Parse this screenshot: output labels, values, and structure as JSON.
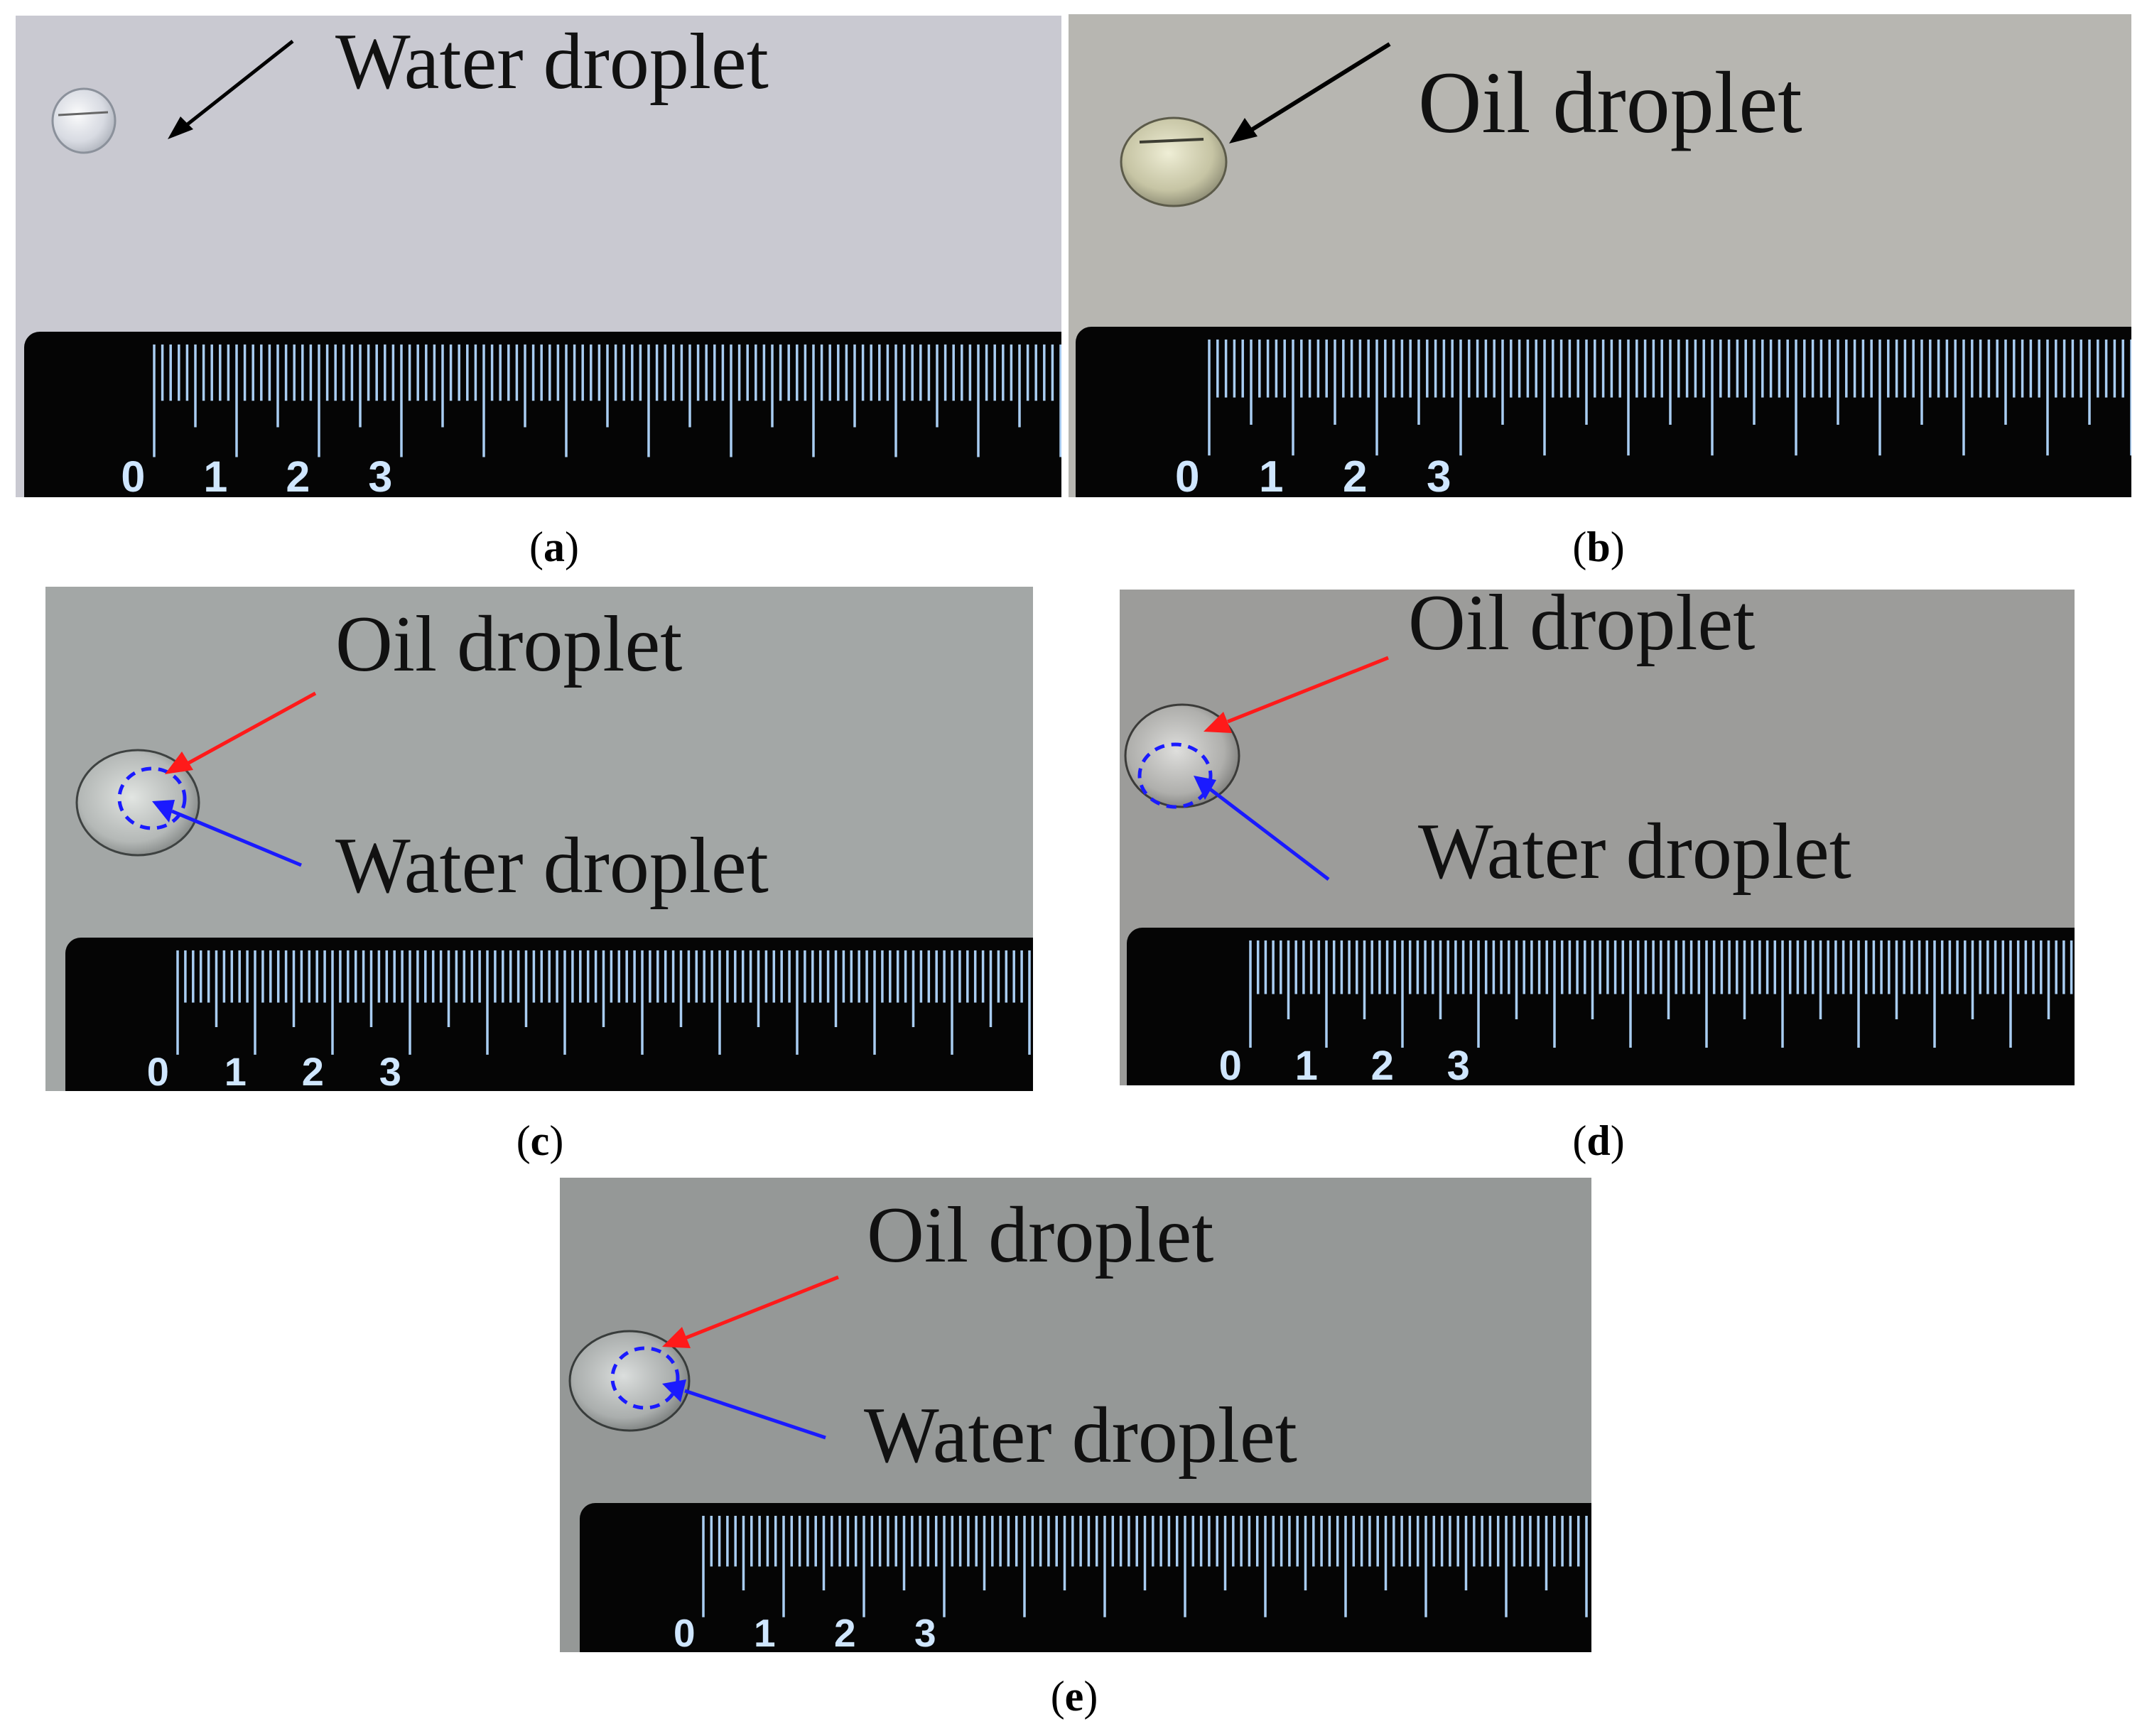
{
  "panels": [
    {
      "id": "a",
      "caption_letter": "a",
      "labels": [
        "Water droplet"
      ],
      "background": "#c9c9d1",
      "ruler_numbers": [
        "0",
        "1",
        "2",
        "3"
      ]
    },
    {
      "id": "b",
      "caption_letter": "b",
      "labels": [
        "Oil droplet"
      ],
      "background": "#b7b6b1",
      "ruler_numbers": [
        "0",
        "1",
        "2",
        "3"
      ]
    },
    {
      "id": "c",
      "caption_letter": "c",
      "labels": [
        "Oil droplet",
        "Water droplet"
      ],
      "background": "#a3a7a6",
      "ruler_numbers": [
        "0",
        "1",
        "2",
        "3"
      ]
    },
    {
      "id": "d",
      "caption_letter": "d",
      "labels": [
        "Oil droplet",
        "Water droplet"
      ],
      "background": "#9c9c9a",
      "ruler_numbers": [
        "0",
        "1",
        "2",
        "3"
      ]
    },
    {
      "id": "e",
      "caption_letter": "e",
      "labels": [
        "Oil droplet",
        "Water droplet"
      ],
      "background": "#959897",
      "ruler_numbers": [
        "0",
        "1",
        "2",
        "3"
      ]
    }
  ],
  "colors": {
    "oil_arrow": "#ff1a1a",
    "water_arrow": "#1a1aff",
    "ruler_tick": "#a9cdf2",
    "ruler_body": "#050505"
  },
  "caption_format": {
    "open": "(",
    "close": ")"
  }
}
